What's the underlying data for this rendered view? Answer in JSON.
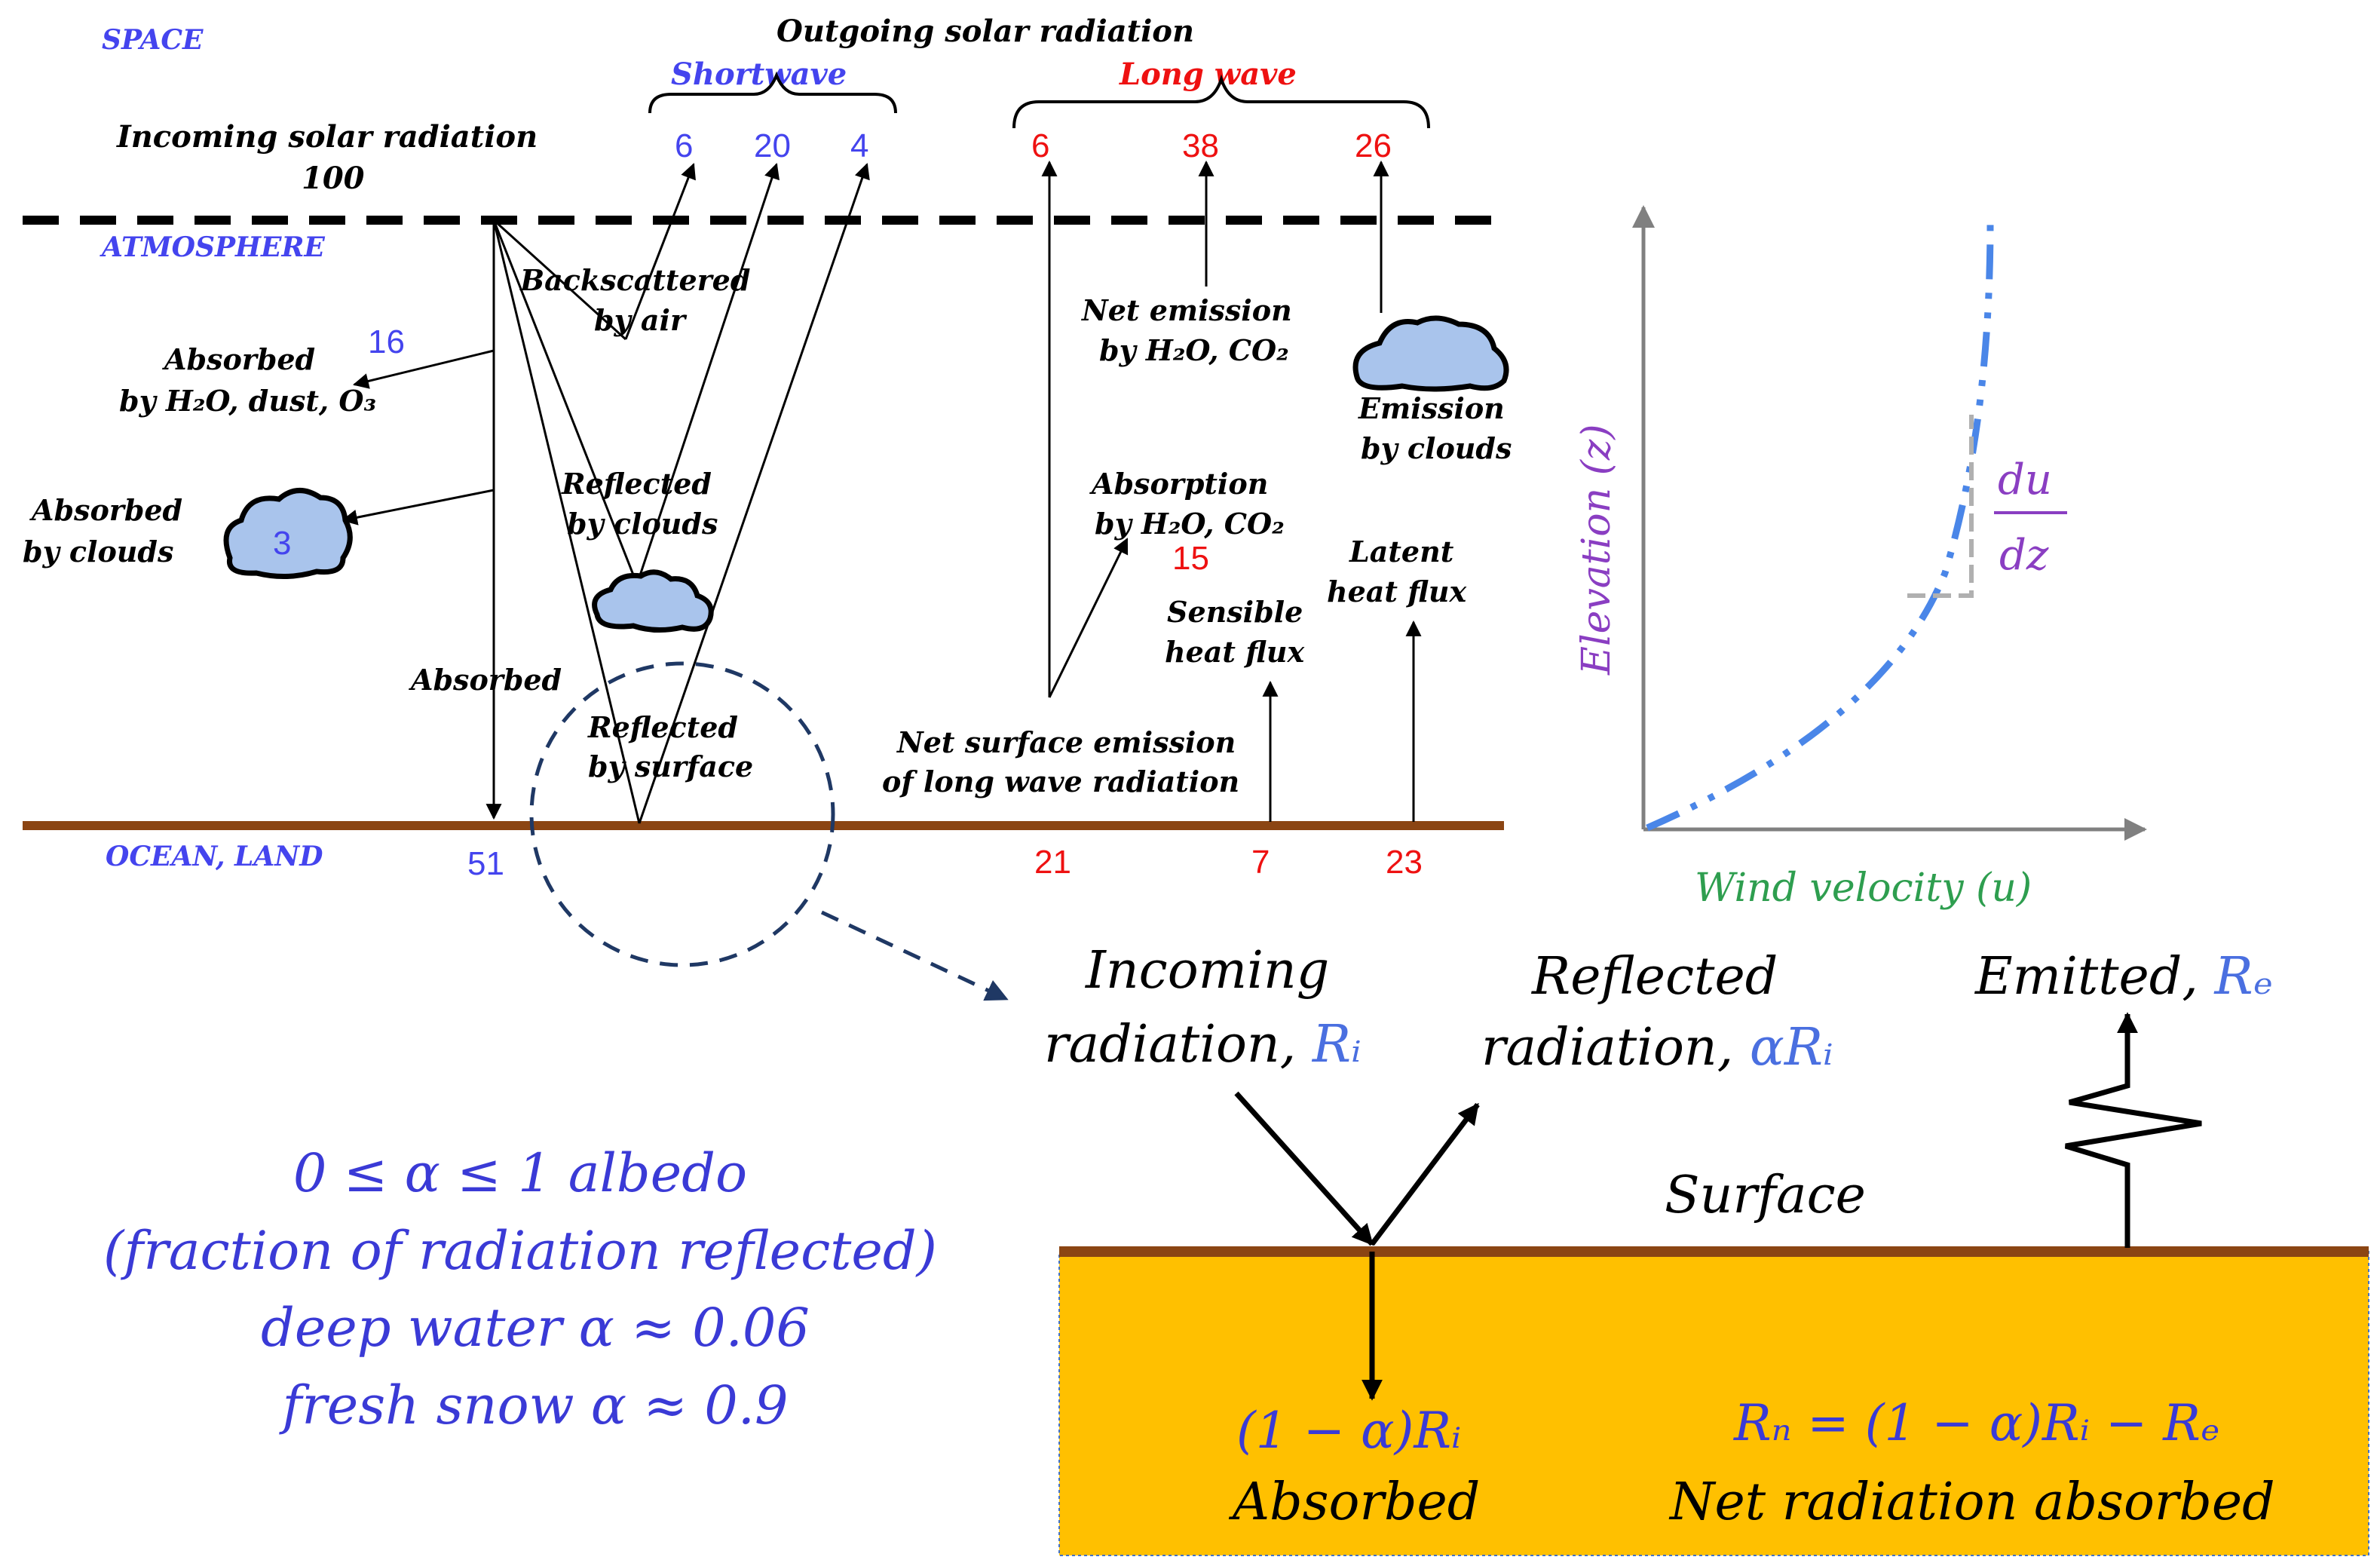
{
  "colors": {
    "shortwave": "#4444ee",
    "longwave": "#ee1111",
    "surface_line": "#8B4513",
    "ground_fill": "#FFC000",
    "cloud_fill": "#a9c4ec",
    "wind_curve": "#4a86e8",
    "elevation_label": "#8a3ec2",
    "wind_label": "#2e9e4f",
    "formula_blue": "#3a3ad6"
  },
  "layers": {
    "space": "SPACE",
    "atmosphere": "ATMOSPHERE",
    "ocean_land": "OCEAN, LAND"
  },
  "incoming": {
    "label": "Incoming solar radiation",
    "value": "100"
  },
  "outgoing": {
    "title": "Outgoing solar radiation",
    "shortwave_label": "Shortwave",
    "longwave_label": "Long wave",
    "shortwave_values": [
      "6",
      "20",
      "4"
    ],
    "longwave_values": [
      "6",
      "38",
      "26"
    ]
  },
  "labels": {
    "backscattered_1": "Backscattered",
    "backscattered_2": "by air",
    "absorbed_h2o_1": "Absorbed",
    "absorbed_h2o_2": "by H₂O, dust, O₃",
    "absorbed_h2o_value": "16",
    "absorbed_clouds_1": "Absorbed",
    "absorbed_clouds_2": "by clouds",
    "absorbed_clouds_value": "3",
    "reflected_clouds_1": "Reflected",
    "reflected_clouds_2": "by clouds",
    "absorbed_surface": "Absorbed",
    "absorbed_surface_value": "51",
    "reflected_surface_1": "Reflected",
    "reflected_surface_2": "by surface",
    "net_emission_1": "Net emission",
    "net_emission_2": "by H₂O, CO₂",
    "emission_clouds_1": "Emission",
    "emission_clouds_2": "by clouds",
    "absorption_1": "Absorption",
    "absorption_2": "by H₂O, CO₂",
    "absorption_value": "15",
    "latent_1": "Latent",
    "latent_2": "heat flux",
    "latent_value": "23",
    "sensible_1": "Sensible",
    "sensible_2": "heat flux",
    "sensible_value": "7",
    "net_surface_1": "Net surface emission",
    "net_surface_2": "of long wave radiation",
    "net_surface_value": "21"
  },
  "wind_plot": {
    "ylabel": "Elevation (z)",
    "xlabel": "Wind velocity (u)",
    "gradient_num": "du",
    "gradient_den": "dz"
  },
  "detail": {
    "incoming_1": "Incoming",
    "incoming_2": "radiation, ",
    "incoming_sym": "Rᵢ",
    "reflected_1": "Reflected",
    "reflected_2": "radiation, ",
    "reflected_sym": "αRᵢ",
    "emitted": "Emitted, ",
    "emitted_sym": "Rₑ",
    "surface": "Surface",
    "absorbed_expr": "(1 − α)Rᵢ",
    "absorbed": "Absorbed",
    "net_expr": "Rₙ = (1 − α)Rᵢ − Rₑ",
    "net_absorbed": "Net radiation absorbed"
  },
  "albedo": {
    "line1": "0  ≤  α  ≤  1 albedo",
    "line2": "(fraction of radiation reflected)",
    "line3": "deep water α  ≈  0.06",
    "line4": "fresh snow α  ≈  0.9"
  }
}
